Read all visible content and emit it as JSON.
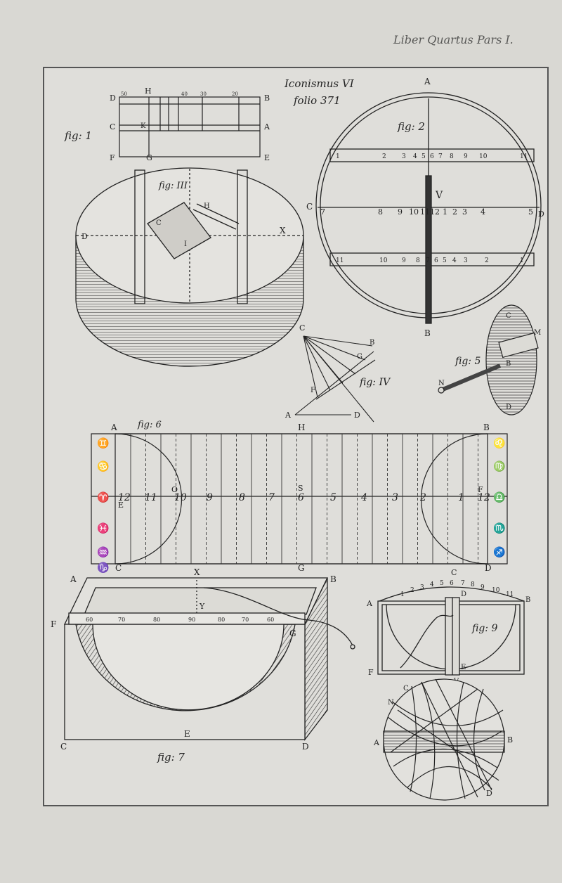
{
  "header": {
    "running_head": "Liber Quartus Pars I.",
    "plate_title": "Iconismus VI",
    "plate_folio": "folio 371"
  },
  "fig1": {
    "caption": "fig: 1",
    "labels": {
      "D": "D",
      "H": "H",
      "B": "B",
      "C": "C",
      "K": "K",
      "A": "A",
      "F": "F",
      "G": "G",
      "E": "E"
    },
    "scale_top": [
      "50",
      "40",
      "30",
      "20"
    ]
  },
  "fig2": {
    "caption": "fig: 2",
    "labels": {
      "A": "A",
      "B": "B",
      "C": "C",
      "D": "D",
      "V": "V"
    },
    "top_band": [
      "1",
      "2",
      "3",
      "4",
      "5",
      "6",
      "7",
      "8",
      "9",
      "10",
      "11"
    ],
    "middle_row": [
      "7",
      "8",
      "9",
      "10",
      "11",
      "12",
      "1",
      "2",
      "3",
      "4",
      "5"
    ],
    "bottom_band": [
      "11",
      "10",
      "9",
      "8",
      "7",
      "6",
      "5",
      "4",
      "3",
      "2",
      "1"
    ]
  },
  "fig3": {
    "caption": "fig: III",
    "labels": {
      "D": "D",
      "X": "X",
      "H": "H",
      "C": "C",
      "I": "I"
    }
  },
  "fig4": {
    "caption": "fig: IV",
    "labels": {
      "C": "C",
      "B": "B",
      "G": "G",
      "F": "F",
      "A": "A",
      "D": "D"
    }
  },
  "fig5": {
    "caption": "fig: 5",
    "labels": {
      "C": "C",
      "M": "M",
      "B": "B",
      "N": "N",
      "D": "D"
    }
  },
  "fig6": {
    "caption": "fig: 6",
    "labels": {
      "A": "A",
      "H": "H",
      "B": "B",
      "C": "C",
      "G": "G",
      "D": "D",
      "E": "E",
      "F": "F",
      "O": "O",
      "S": "S"
    },
    "hours": [
      "12",
      "11",
      "10",
      "9",
      "8",
      "7",
      "6",
      "5",
      "4",
      "3",
      "2",
      "1",
      "12"
    ],
    "zodiac_left": [
      "♊",
      "♋",
      "♈",
      "♓",
      "♒",
      "♑"
    ],
    "zodiac_right": [
      "♌",
      "♍",
      "♎",
      "♏",
      "♐"
    ]
  },
  "fig7": {
    "caption": "fig: 7",
    "labels": {
      "A": "A",
      "X": "X",
      "B": "B",
      "F": "F",
      "Y": "Y",
      "G": "G",
      "C": "C",
      "E": "E",
      "D": "D"
    },
    "scale": [
      "60",
      "70",
      "80",
      "90",
      "80",
      "70",
      "60"
    ]
  },
  "fig9": {
    "caption": "fig: 9",
    "labels": {
      "C": "C",
      "D": "D",
      "A": "A",
      "B": "B",
      "F": "F",
      "E": "E",
      "V": "V"
    },
    "arc_numbers": [
      "1",
      "2",
      "3",
      "4",
      "5",
      "6",
      "7",
      "8",
      "9",
      "10",
      "11"
    ]
  },
  "fig10": {
    "labels": {
      "C": "C",
      "N": "N",
      "A": "A",
      "B": "B",
      "D": "D"
    }
  }
}
